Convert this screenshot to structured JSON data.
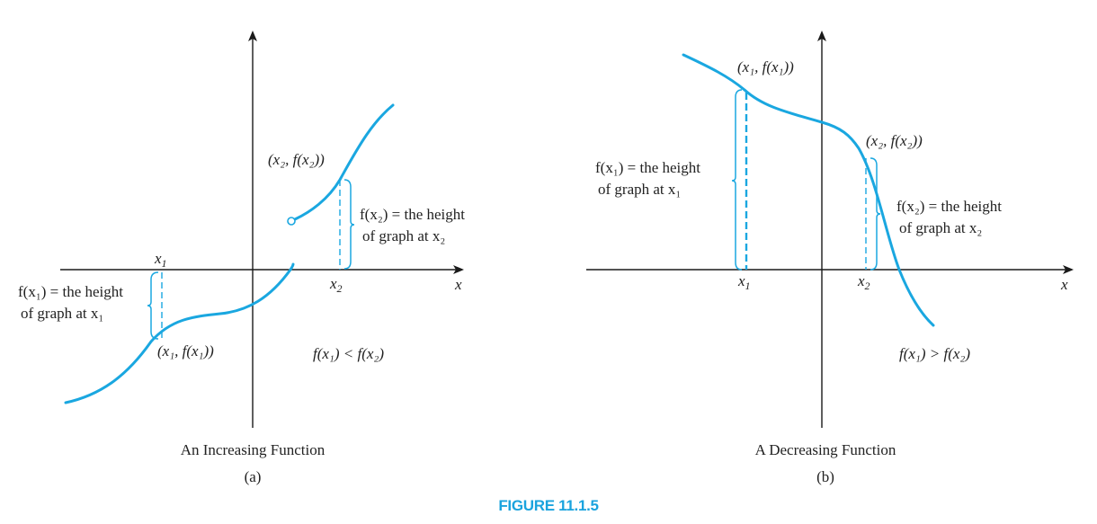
{
  "figure": {
    "title": "FIGURE 11.1.5",
    "accent_color": "#1aa7e0",
    "title_color": "#1aa3de"
  },
  "panels": [
    {
      "id": "a",
      "caption": "An Increasing Function",
      "sublabel": "(a)",
      "axis_label_x": "x",
      "tick_x1": "x",
      "tick_x1_sub": "1",
      "tick_x2": "x",
      "tick_x2_sub": "2",
      "point1_label": "(x₁, f(x₁))",
      "point2_label": "(x₂, f(x₂))",
      "height1_line1": "f(x₁) = the height",
      "height1_line2": "of graph at x₁",
      "height2_line1": "f(x₂) = the height",
      "height2_line2": "of graph at x₂",
      "relation": "f(x₁) < f(x₂)"
    },
    {
      "id": "b",
      "caption": "A Decreasing Function",
      "sublabel": "(b)",
      "axis_label_x": "x",
      "tick_x1": "x",
      "tick_x1_sub": "1",
      "tick_x2": "x",
      "tick_x2_sub": "2",
      "point1_label": "(x₁, f(x₁))",
      "point2_label": "(x₂, f(x₂))",
      "height1_line1": "f(x₁) = the height",
      "height1_line2": "of graph at x₁",
      "height2_line1": "f(x₂) = the height",
      "height2_line2": "of graph at x₂",
      "relation": "f(x₁) > f(x₂)"
    }
  ]
}
